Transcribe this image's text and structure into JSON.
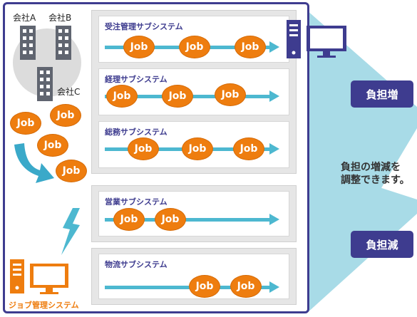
{
  "companies": [
    "会社A",
    "会社B",
    "会社C"
  ],
  "job_label": "Job",
  "subsystems": [
    {
      "title": "受注管理サブシステム"
    },
    {
      "title": "経理サブシステム"
    },
    {
      "title": "総務サブシステム"
    },
    {
      "title": "営業サブシステム"
    },
    {
      "title": "物流サブシステム"
    }
  ],
  "job_management_label": "ジョブ管理システム",
  "load_increase_label": "負担増",
  "load_decrease_label": "負担減",
  "note_lines": [
    "負担の増減を",
    "調整できます。"
  ],
  "colors": {
    "navy": "#3e3c8f",
    "job_orange": "#ee7d0f",
    "flow_cyan": "#4db8d0",
    "light_blue": "#a8dbe7",
    "panel_gray": "#e6e6e6",
    "building_gray": "#606570"
  },
  "icons": [
    "building-icon",
    "server-icon",
    "monitor-icon",
    "lightning-icon",
    "curved-arrow-icon"
  ]
}
